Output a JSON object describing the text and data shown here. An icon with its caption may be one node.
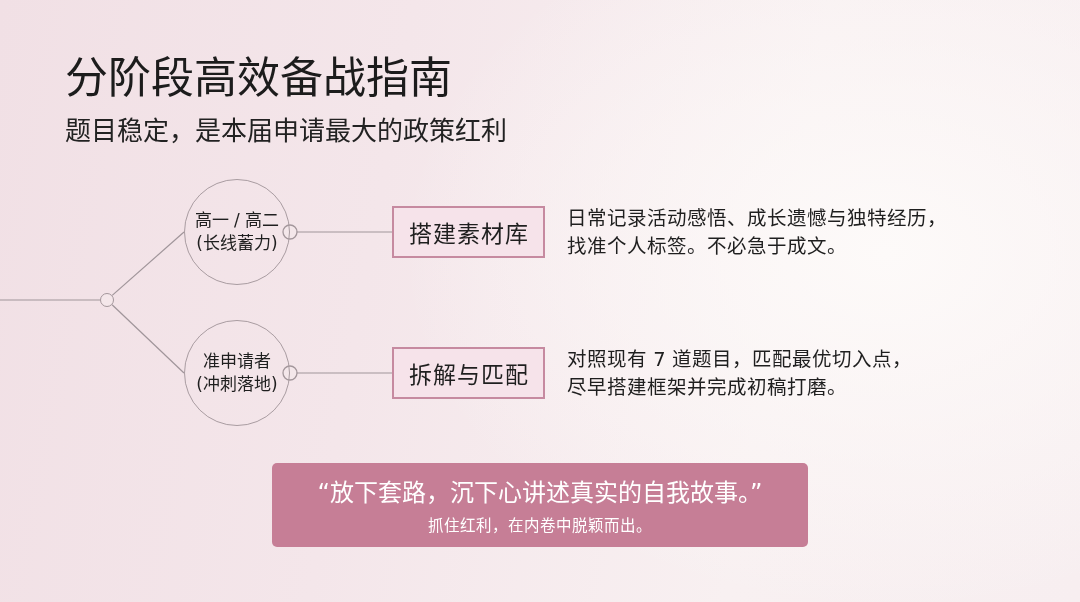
{
  "diagram": {
    "title": "分阶段高效备战指南",
    "nodes": [
      {
        "text": [],
        "shape": "circle"
      },
      {
        "text": [
          "高一 / 高二",
          "(长线蓄力)"
        ]
      },
      {
        "text": [
          "搭建素材库"
        ],
        "beside": [
          "日常记录活动感悟、成长遗憾与独特经历，找准个人标签。不必急于成文。"
        ]
      },
      {
        "text": [
          "准申请者",
          "(冲刺落地)"
        ]
      },
      {
        "text": [
          "拆解与匹配"
        ],
        "beside": [
          "对照现有 7 道题目，匹配最优切入点，尽早搭建框架并完成初稿打磨。"
        ]
      },
      {
        "text": [
          "“放下套路，沉下心讲述真实的自我故事。”",
          "抓住红利，在内卷中脱颖而出。"
        ]
      }
    ],
    "edges": [
      {
        "from": null,
        "to": 0,
        "arrow": "none"
      },
      {
        "from": 0,
        "to": 1,
        "arrow": "none"
      },
      {
        "from": 0,
        "to": 3,
        "arrow": "none"
      },
      {
        "from": 1,
        "to": 2,
        "arrow": "other"
      },
      {
        "from": 3,
        "to": 4,
        "arrow": "other"
      }
    ],
    "labels": [
      "题目稳定，是本届申请最大的政策红利"
    ]
  }
}
